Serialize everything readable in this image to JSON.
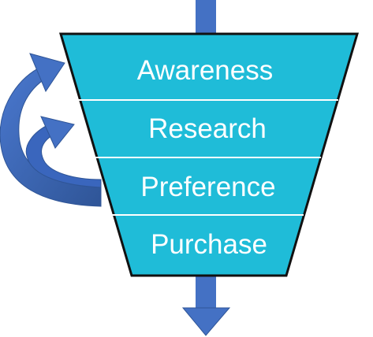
{
  "diagram": {
    "stages": [
      {
        "label": "Awareness"
      },
      {
        "label": "Research"
      },
      {
        "label": "Preference"
      },
      {
        "label": "Purchase"
      }
    ],
    "colors": {
      "funnel_fill": "#1fbcd8",
      "funnel_outline": "#111111",
      "stage_divider": "#ffffff",
      "arrow_blue": "#4471c4",
      "arrow_blue_dark": "#2f5597",
      "label_text": "#ffffff"
    }
  }
}
